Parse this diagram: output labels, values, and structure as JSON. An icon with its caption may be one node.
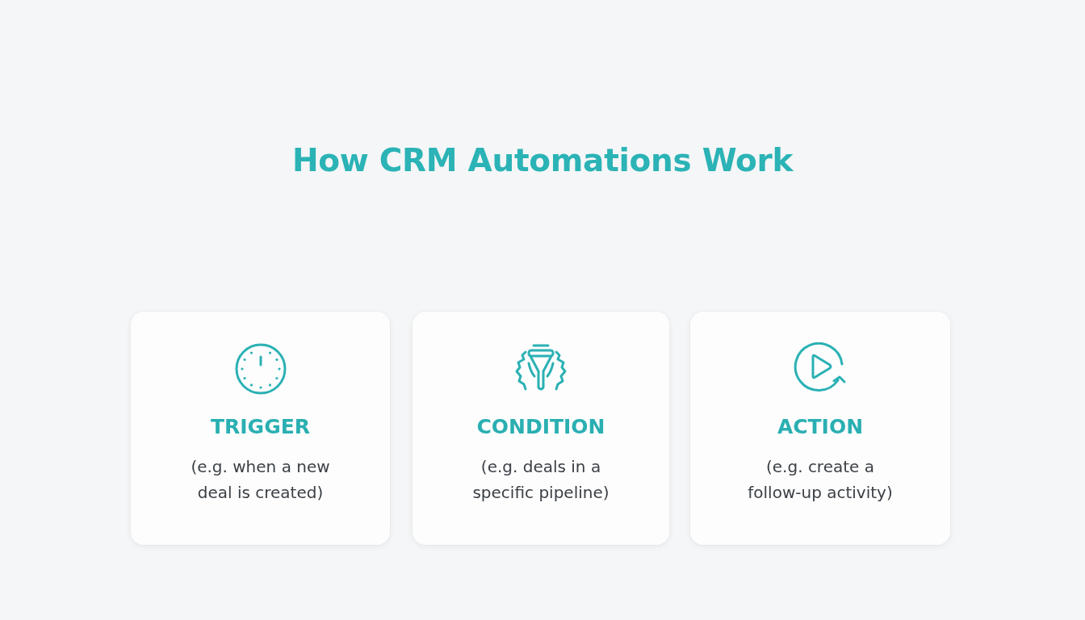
{
  "diagram": {
    "title": "How CRM Automations Work",
    "nodes": [
      {
        "text": [
          "TRIGGER",
          "(e.g. when a new deal is created)"
        ]
      },
      {
        "text": [
          "CONDITION",
          "(e.g. deals in a specific pipeline)"
        ]
      },
      {
        "text": [
          "ACTION",
          "(e.g. create a follow-up activity)"
        ]
      }
    ],
    "edges": []
  }
}
